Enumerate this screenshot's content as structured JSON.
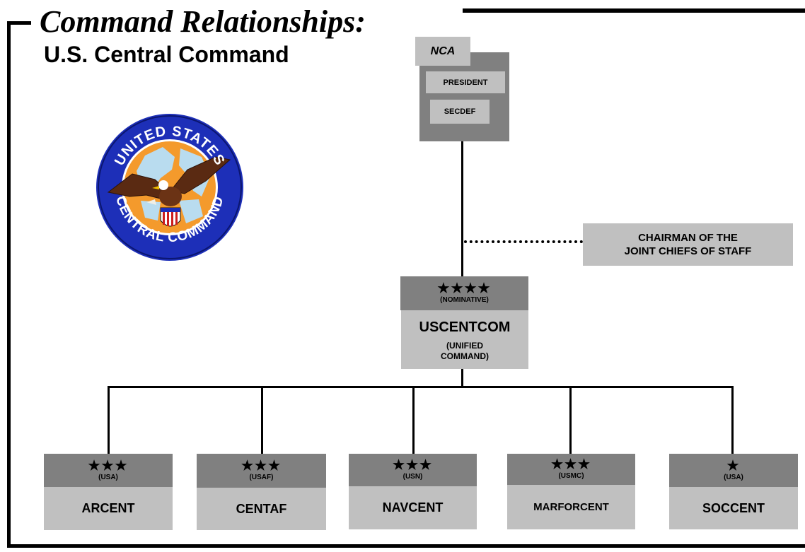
{
  "header": {
    "title": "Command Relationships:",
    "subtitle": "U.S. Central Command"
  },
  "seal": {
    "top_text": "UNITED STATES",
    "bottom_text": "CENTRAL COMMAND"
  },
  "nca": {
    "label": "NCA",
    "president": "PRESIDENT",
    "secdef": "SECDEF"
  },
  "cjcs": {
    "line1": "CHAIRMAN OF THE",
    "line2": "JOINT CHIEFS OF STAFF"
  },
  "uscentcom": {
    "stars": "★★★★",
    "note": "(NOMINATIVE)",
    "name": "USCENTCOM",
    "type_line1": "(UNIFIED",
    "type_line2": "COMMAND)"
  },
  "components": [
    {
      "stars": "★★★",
      "service": "(USA)",
      "name": "ARCENT"
    },
    {
      "stars": "★★★",
      "service": "(USAF)",
      "name": "CENTAF"
    },
    {
      "stars": "★★★",
      "service": "(USN)",
      "name": "NAVCENT"
    },
    {
      "stars": "★★★",
      "service": "(USMC)",
      "name": "MARFORCENT"
    },
    {
      "stars": "★",
      "service": "(USA)",
      "name": "SOCCENT"
    }
  ],
  "colors": {
    "dark_box": "#808080",
    "light_box": "#c0c0c0",
    "seal_blue": "#1d2fb8",
    "seal_orange": "#f49a2c",
    "seal_map": "#b9dcef"
  }
}
